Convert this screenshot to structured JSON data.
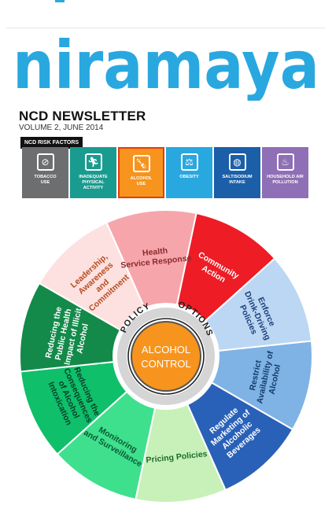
{
  "masthead": {
    "logo_text": "niramaya",
    "newsletter_title": "NCD NEWSLETTER",
    "volume": "VOLUME 2, JUNE 2014"
  },
  "risk_factors": {
    "header": "NCD RISK FACTORS",
    "items": [
      {
        "label": "TOBACCO\nUSE",
        "icon": "no-smoking-icon",
        "color": "#6d6e70",
        "active": false
      },
      {
        "label": "INADEQUATE\nPHYSICAL\nACTIVITY",
        "icon": "running-person-icon",
        "color": "#1a9b8f",
        "active": false
      },
      {
        "label": "ALCOHOL\nUSE",
        "icon": "bottle-icon",
        "color": "#f7941d",
        "active": true
      },
      {
        "label": "OBESITY",
        "icon": "scale-icon",
        "color": "#29a8e0",
        "active": false
      },
      {
        "label": "SALT/SODIUM\nINTAKE",
        "icon": "salt-shaker-icon",
        "color": "#1b5fa8",
        "active": false
      },
      {
        "label": "HOUSEHOLD AIR\nPOLLUTION",
        "icon": "stove-icon",
        "color": "#8f6fb5",
        "active": false
      }
    ]
  },
  "wheel": {
    "center_lines": [
      "ALCOHOL",
      "CONTROL"
    ],
    "ring_left": "POLICY",
    "ring_right": "OPTIONS",
    "segments": [
      {
        "lines": [
          "Health",
          "Service Response"
        ],
        "color": "#f6a6ab",
        "text_color": "#8a2b2b"
      },
      {
        "lines": [
          "Community",
          "Action"
        ],
        "color": "#ee1c25",
        "text_color": "#ffffff"
      },
      {
        "lines": [
          "Enforce",
          "Drink-Driving",
          "Policies"
        ],
        "color": "#bcd7f3",
        "text_color": "#1b3f7a"
      },
      {
        "lines": [
          "Restrict",
          "Availability of",
          "Alcohol"
        ],
        "color": "#7fb2e5",
        "text_color": "#123a6b"
      },
      {
        "lines": [
          "Regulate",
          "Marketing of",
          "Alcoholic",
          "Beverages"
        ],
        "color": "#2a61b8",
        "text_color": "#ffffff"
      },
      {
        "lines": [
          "Pricing Policies"
        ],
        "color": "#c7f1b8",
        "text_color": "#1d6b2d"
      },
      {
        "lines": [
          "Monitoring",
          "and Surveillance"
        ],
        "color": "#3ee08d",
        "text_color": "#0b5a33"
      },
      {
        "lines": [
          "Reducing the",
          "Consequences",
          "of Alcohol",
          "Intoxication"
        ],
        "color": "#0fbf6a",
        "text_color": "#06402a"
      },
      {
        "lines": [
          "Reducing the",
          "Public Health",
          "Impact of Illicit",
          "Alcohol"
        ],
        "color": "#138a4a",
        "text_color": "#ffffff"
      },
      {
        "lines": [
          "Leadership,",
          "Awareness",
          "and",
          "Commitment"
        ],
        "color": "#fde1e0",
        "text_color": "#b44d20"
      }
    ]
  }
}
